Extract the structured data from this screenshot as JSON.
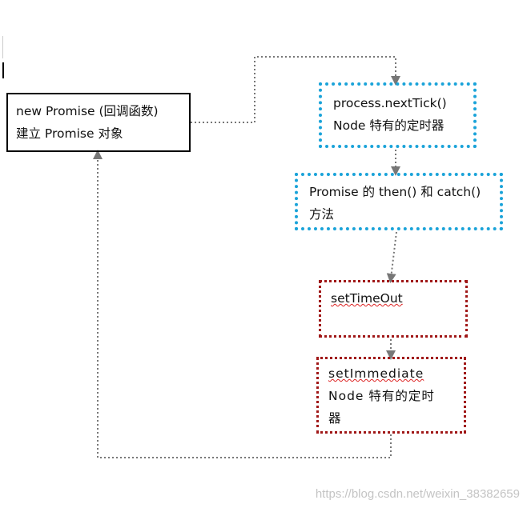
{
  "diagram": {
    "boxes": [
      {
        "id": "promise",
        "lines": [
          "new Promise (回调函数)",
          "建立 Promise 对象"
        ]
      },
      {
        "id": "nexttick",
        "lines": [
          "process.nextTick()",
          "Node 特有的定时器"
        ]
      },
      {
        "id": "then",
        "lines": [
          "Promise 的 then()  和  catch()",
          "方法"
        ]
      },
      {
        "id": "timeout",
        "lines": [
          "setTimeOut"
        ]
      },
      {
        "id": "immediate",
        "lines": [
          "setImmediate",
          "Node 特有的定时",
          "器"
        ]
      }
    ],
    "colors": {
      "primary_border": "#000000",
      "microtask_border": "#1aa3d9",
      "macrotask_border": "#a01818",
      "connector": "#777777"
    }
  },
  "watermark": "https://blog.csdn.net/weixin_38382659"
}
